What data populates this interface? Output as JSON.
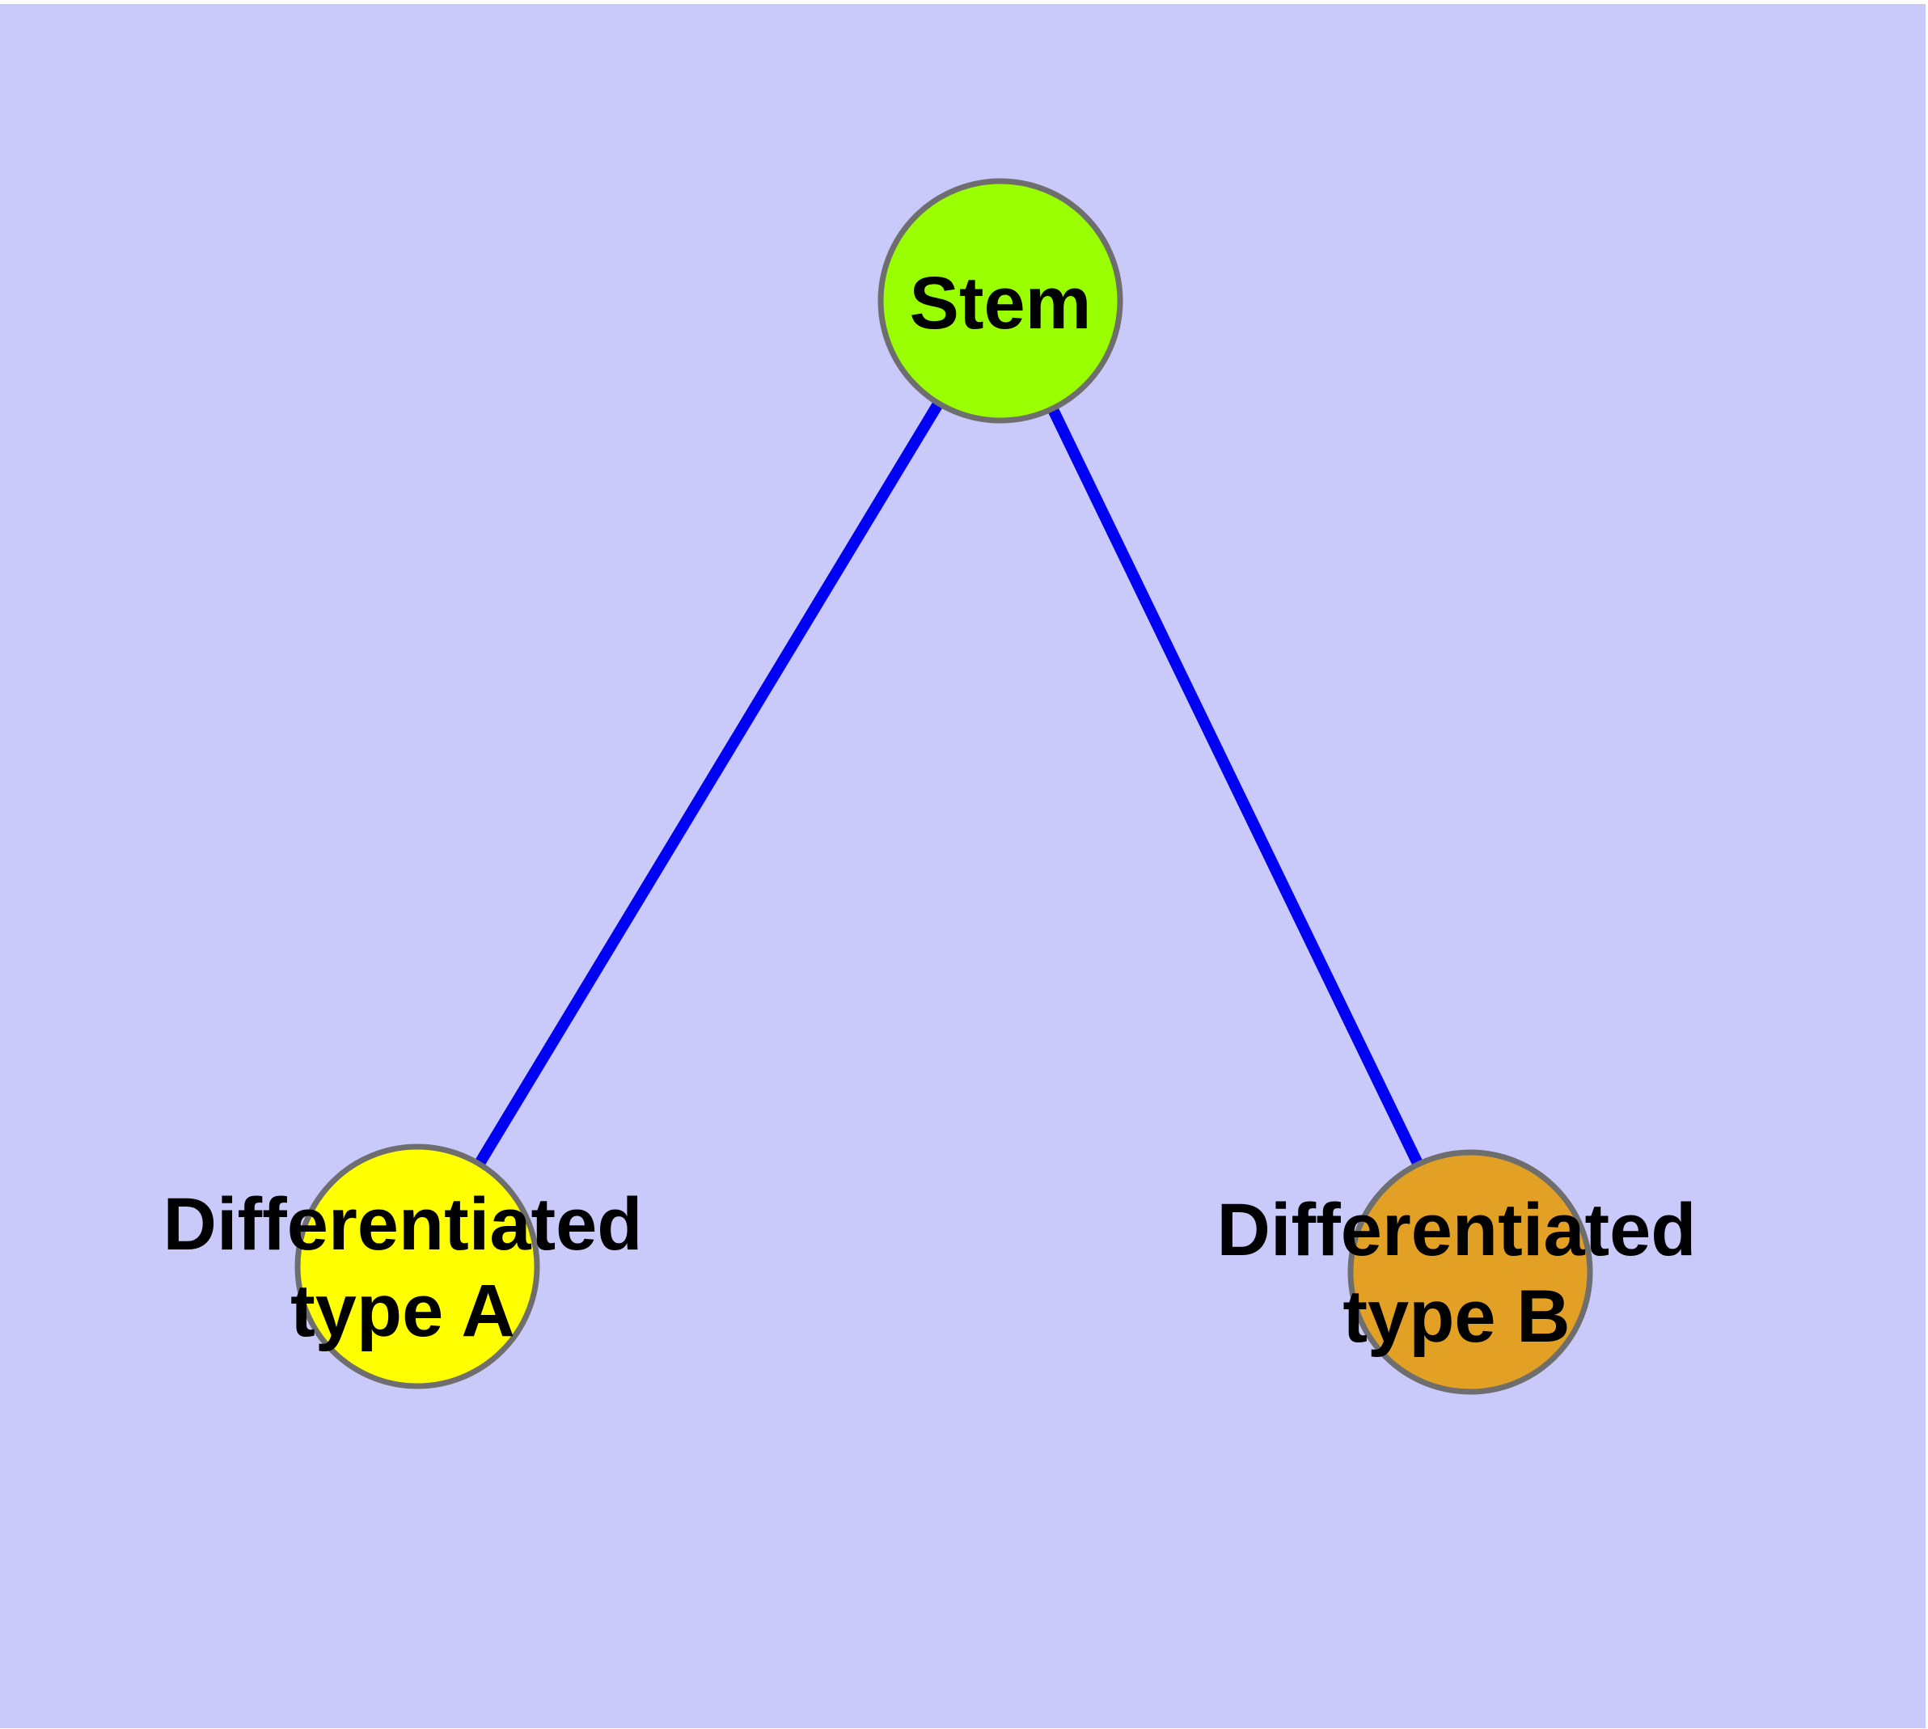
{
  "figure": {
    "type": "graph-diagram",
    "description": "Stem cell differentiation network: one stem node connected to two differentiated cell type nodes"
  },
  "colors": {
    "background": "#c9c9fa",
    "page_margin": "#ffffff",
    "edge": "#0000f2",
    "node_border": "#6e6e6e",
    "label_text": "#000000"
  },
  "nodes": {
    "stem": {
      "label": "Stem",
      "color": "#9aff00"
    },
    "type_a": {
      "label_line1": "Differentiated",
      "label_line2": "type A",
      "label": "Differentiated type A",
      "color": "#ffff00"
    },
    "type_b": {
      "label_line1": "Differentiated",
      "label_line2": "type B",
      "label": "Differentiated type B",
      "color": "#e2a024"
    }
  },
  "edges": [
    {
      "from": "stem",
      "to": "type_a"
    },
    {
      "from": "stem",
      "to": "type_b"
    }
  ]
}
